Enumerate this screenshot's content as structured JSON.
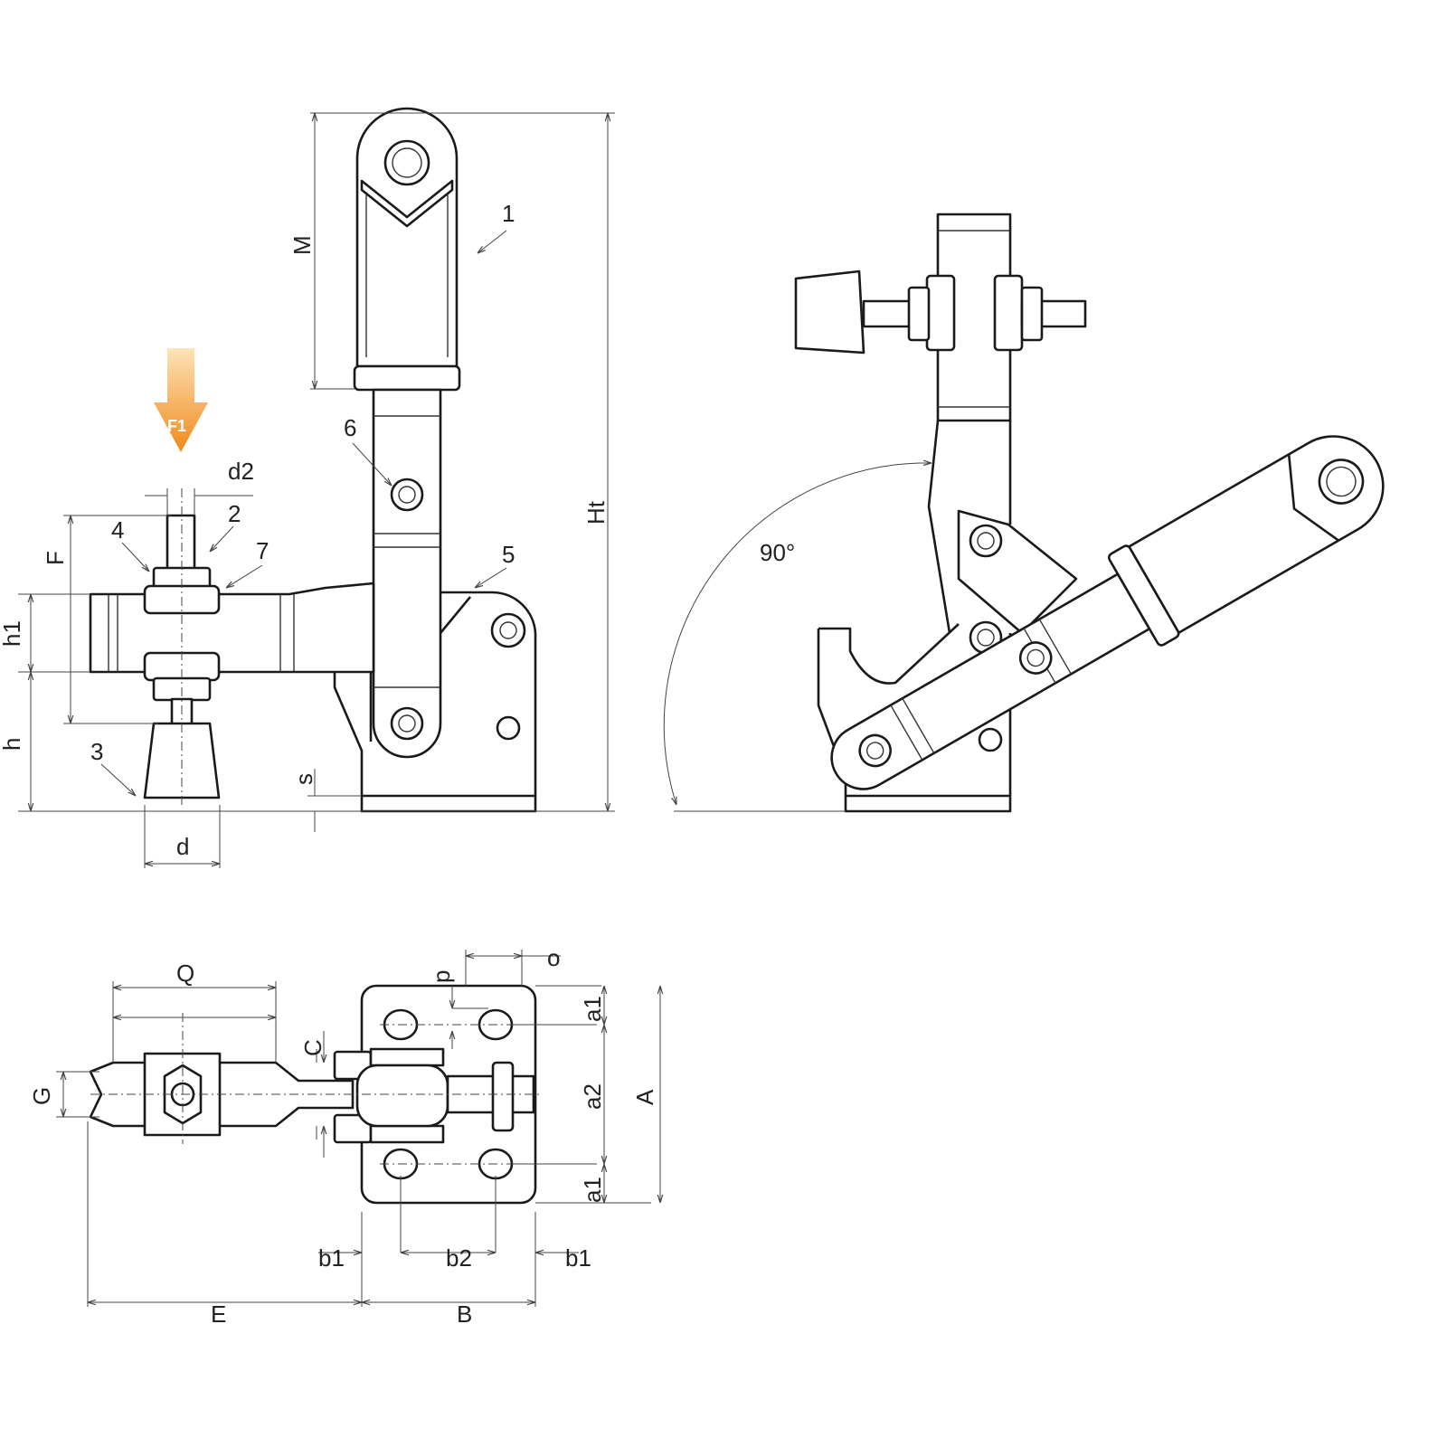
{
  "labels": {
    "M": "M",
    "part1": "1",
    "Ht": "Ht",
    "part6": "6",
    "d2": "d2",
    "part2": "2",
    "part4": "4",
    "part7": "7",
    "part5": "5",
    "F": "F",
    "h1": "h1",
    "h": "h",
    "part3": "3",
    "s": "s",
    "d": "d",
    "F1": "F1",
    "angle": "90°",
    "Q": "Q",
    "o": "o",
    "p": "p",
    "C": "C",
    "G": "G",
    "a1_top": "a1",
    "a2": "a2",
    "A": "A",
    "a1_bottom": "a1",
    "b1_left": "b1",
    "b2": "b2",
    "b1_right": "b1",
    "E": "E",
    "B": "B"
  },
  "colors": {
    "force_arrow": "#f08a1c",
    "line": "#1a1a1a"
  }
}
